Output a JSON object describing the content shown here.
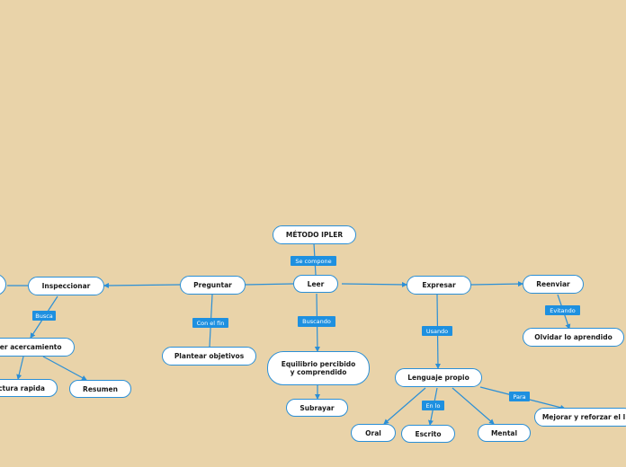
{
  "nodes": {
    "metodo": "MÉTODO IPLER",
    "leer": "Leer",
    "preguntar": "Preguntar",
    "inspeccionar": "Inspeccionar",
    "expresar": "Expresar",
    "reenviar": "Reenviar",
    "olvidar": "Olvidar lo aprendido",
    "plantear": "Plantear objetivos",
    "equilibrio": "Equilibrio percibido y comprendido",
    "subrayar": "Subrayar",
    "lenguaje": "Lenguaje propio",
    "oral": "Oral",
    "escrito": "Escrito",
    "mental": "Mental",
    "mejorar": "Mejorar y reforzar el l",
    "acercamiento": "ner acercamiento",
    "lectura": "ctura rapida",
    "resumen": "Resumen"
  },
  "labels": {
    "se_compone": "Se compone",
    "con_el_fin": "Con el fin",
    "buscando": "Buscando",
    "busca": "Busca",
    "usando": "Usando",
    "evitando": "Evitando",
    "en_lo": "En lo",
    "para": "Para"
  },
  "colors": {
    "background": "#e9d3a9",
    "connector": "#2b8fd6",
    "label_fill": "#1e90e0",
    "node_fill": "#ffffff"
  }
}
